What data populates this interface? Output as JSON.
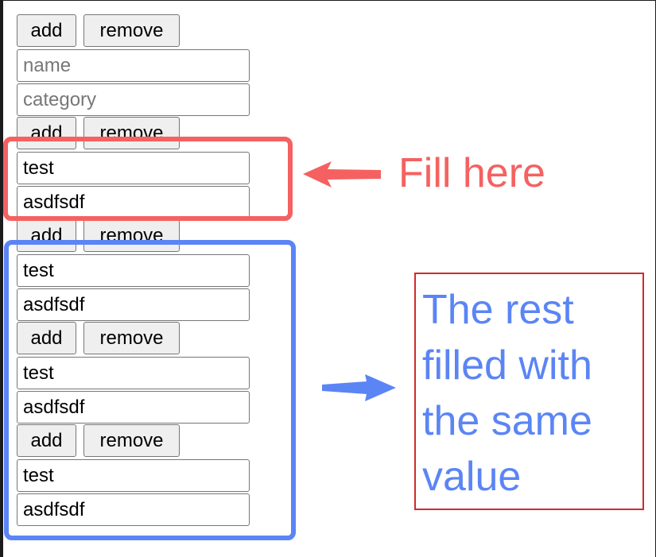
{
  "toolbar": {
    "add_label": "add",
    "remove_label": "remove"
  },
  "placeholders": {
    "name": "name",
    "category": "category"
  },
  "rows": [
    {
      "name": "test",
      "category": "asdfsdf"
    },
    {
      "name": "test",
      "category": "asdfsdf"
    },
    {
      "name": "test",
      "category": "asdfsdf"
    },
    {
      "name": "test",
      "category": "asdfsdf"
    }
  ],
  "annotations": {
    "fill_here": "Fill here",
    "rest_note": "The rest filled with the same value",
    "colors": {
      "red": "#f56161",
      "blue": "#5b85f5",
      "note_border": "#d22a2a"
    }
  }
}
